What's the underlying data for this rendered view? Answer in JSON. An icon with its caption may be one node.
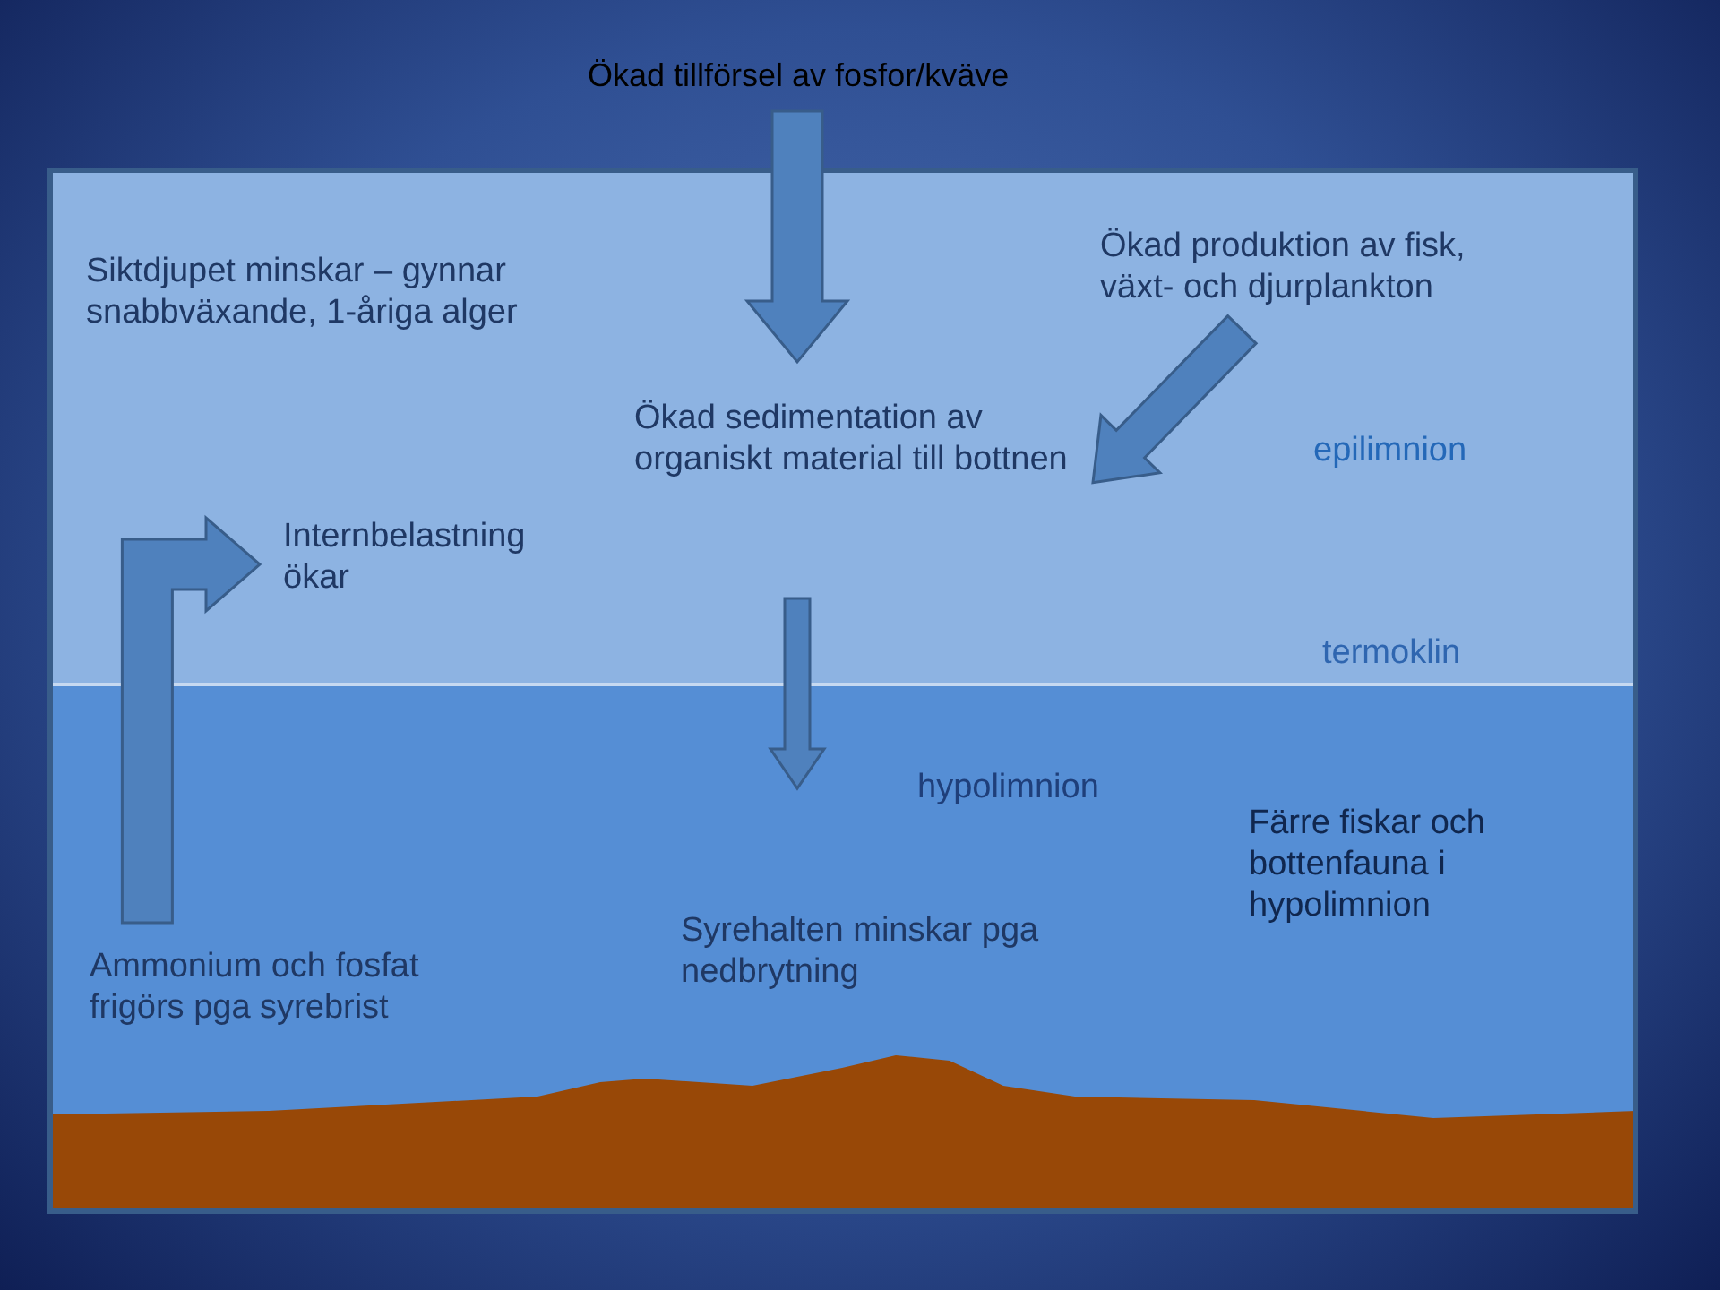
{
  "diagram": {
    "nodes": [
      {
        "text": [
          "Ökad tillförsel av fosfor/kväve"
        ]
      },
      {
        "text": [
          "Ökad produktion av fisk, växt- och djurplankton"
        ]
      },
      {
        "text": [
          "Ökad sedimentation av organiskt material till bottnen"
        ]
      },
      {
        "text": [
          "Syrehalten minskar pga nedbrytning"
        ]
      },
      {
        "text": [
          "Ammonium och fosfat frigörs pga syrebrist"
        ]
      },
      {
        "text": [
          "Internbelastning ökar"
        ]
      }
    ],
    "edges": [
      {
        "from": 0,
        "to": 2,
        "arrow": "to"
      },
      {
        "from": 1,
        "to": 2,
        "arrow": "to"
      },
      {
        "from": 2,
        "to": 3,
        "arrow": "to"
      },
      {
        "from": 4,
        "to": 5,
        "arrow": "to"
      }
    ],
    "labels": [
      "Siktdjupet minskar – gynnar snabbväxande, 1-åriga alger",
      "epilimnion",
      "termoklin",
      "hypolimnion",
      "Färre fiskar och bottenfauna i hypolimnion"
    ]
  }
}
